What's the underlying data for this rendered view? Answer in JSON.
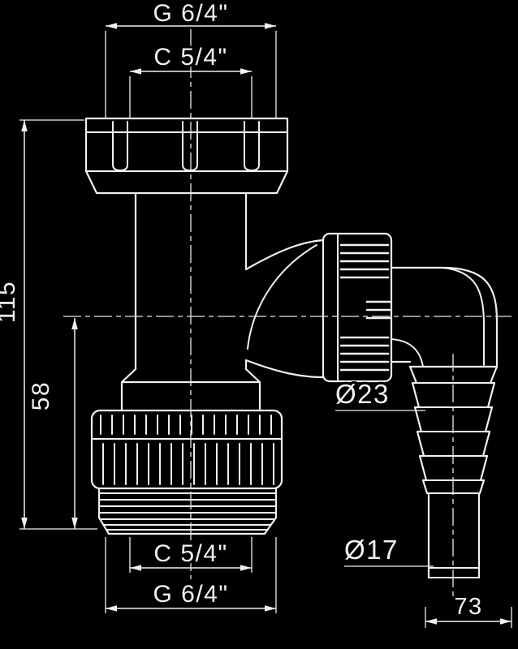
{
  "drawing": {
    "colors": {
      "background": "#000000",
      "line": "#f0f0f0"
    },
    "dimensions": {
      "top_thread_g": "G 6/4\"",
      "top_thread_c": "C 5/4\"",
      "overall_height": "115",
      "lower_height": "58",
      "side_outlet_dia": "Ø23",
      "bottom_thread_c": "C 5/4\"",
      "bottom_thread_g": "G 6/4\"",
      "hose_end_dia": "Ø17",
      "side_offset": "73"
    }
  }
}
